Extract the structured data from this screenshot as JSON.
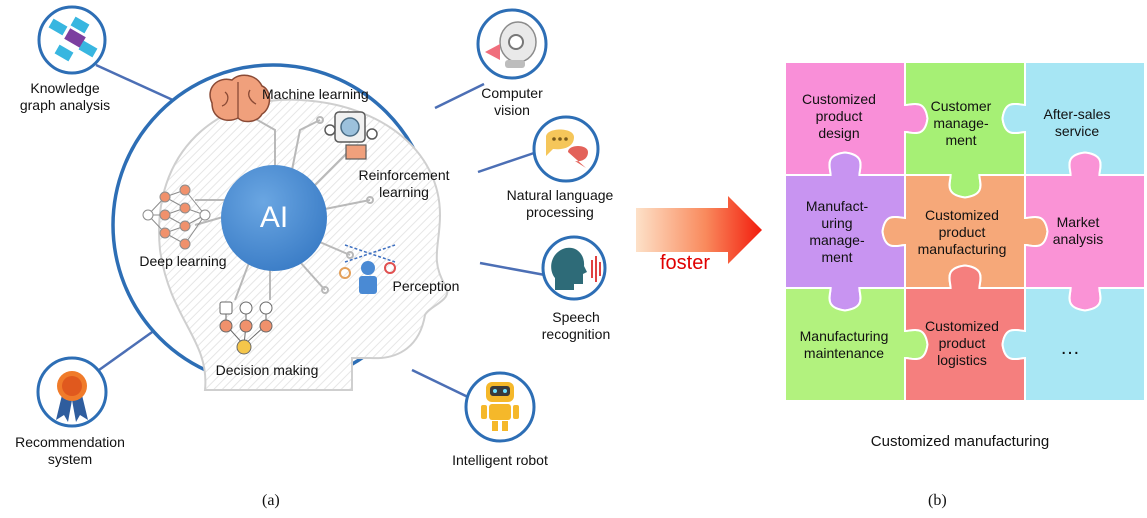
{
  "left_panel": {
    "center": "AI",
    "inner_labels": {
      "machine_learning": "Machine learning",
      "reinforcement_learning": [
        "Reinforcement",
        "learning"
      ],
      "deep_learning": "Deep learning",
      "perception": "Perception",
      "decision_making": "Decision making"
    },
    "outer_labels": {
      "knowledge_graph": [
        "Knowledge",
        "graph analysis"
      ],
      "computer_vision": [
        "Computer",
        "vision"
      ],
      "nlp": [
        "Natural language",
        "processing"
      ],
      "speech": [
        "Speech",
        "recognition"
      ],
      "robot": "Intelligent robot",
      "recommendation": [
        "Recommendation",
        "system"
      ]
    },
    "caption": "(a)"
  },
  "arrow": {
    "label": "foster"
  },
  "right_panel": {
    "pieces": [
      {
        "text": [
          "Customized",
          "product",
          "design"
        ],
        "color": "#f98fd8"
      },
      {
        "text": [
          "Customer",
          "manage-",
          "ment"
        ],
        "color": "#a6f075"
      },
      {
        "text": [
          "After-sales",
          "service"
        ],
        "color": "#a7e6f4"
      },
      {
        "text": [
          "Manufact-",
          "uring",
          "manage-",
          "ment"
        ],
        "color": "#c894f1"
      },
      {
        "text": [
          "Customized",
          "product",
          "manufacturing"
        ],
        "color": "#f6a879"
      },
      {
        "text": [
          "Market",
          "analysis"
        ],
        "color": "#fa93d6"
      },
      {
        "text": [
          "Manufacturing",
          "maintenance"
        ],
        "color": "#b2f27e"
      },
      {
        "text": [
          "Customized",
          "product",
          "logistics"
        ],
        "color": "#f57f7e"
      },
      {
        "text": [
          "…"
        ],
        "color": "#a9e7f4"
      }
    ],
    "title": "Customized manufacturing",
    "caption": "(b)"
  },
  "colors": {
    "circle": "#2d6eb5",
    "ai_disc": "#4d8ed4",
    "arrow": "#f21c0d"
  }
}
